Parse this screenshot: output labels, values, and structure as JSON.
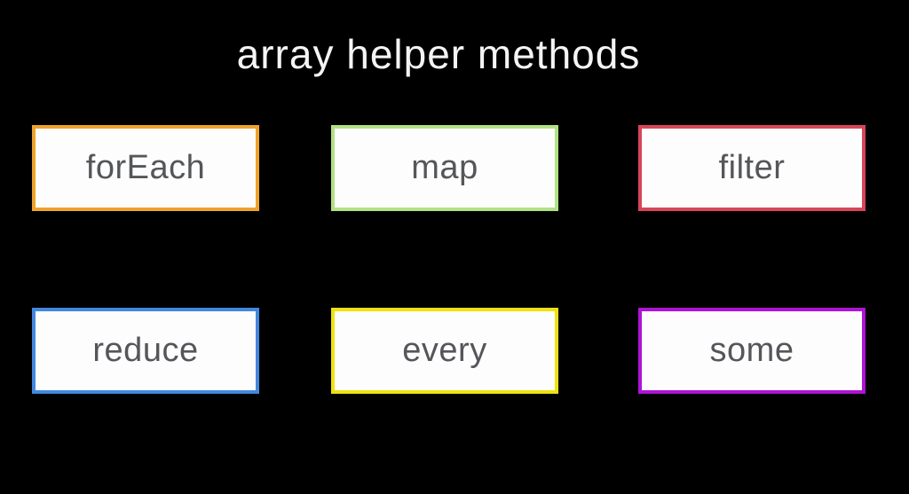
{
  "title": "array helper methods",
  "colors": {
    "background": "#000000",
    "title_text": "#f4f4f4",
    "box_background": "#fdfdfd",
    "box_text": "#55565a"
  },
  "boxes": [
    {
      "label": "forEach",
      "border_color": "#eda32b"
    },
    {
      "label": "map",
      "border_color": "#b2e184"
    },
    {
      "label": "filter",
      "border_color": "#d8455a"
    },
    {
      "label": "reduce",
      "border_color": "#4288de"
    },
    {
      "label": "every",
      "border_color": "#f0e112"
    },
    {
      "label": "some",
      "border_color": "#ae14d4"
    }
  ]
}
